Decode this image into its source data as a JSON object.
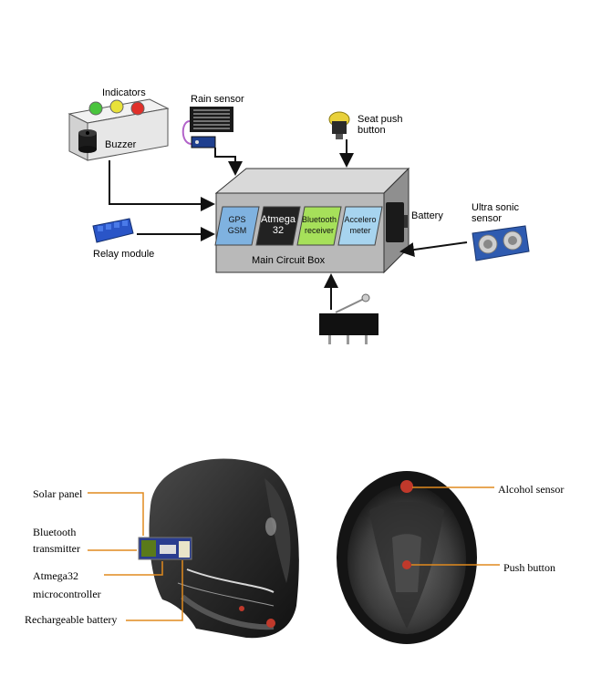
{
  "system": {
    "indicators_label": "Indicators",
    "buzzer_label": "Buzzer",
    "rain_sensor_label": "Rain sensor",
    "seat_push_button_label_1": "Seat push",
    "seat_push_button_label_2": "button",
    "battery_label": "Battery",
    "ultrasonic_label_1": "Ultra sonic",
    "ultrasonic_label_2": "sensor",
    "relay_label": "Relay module",
    "main_box_label": "Main Circuit Box",
    "modules": [
      {
        "line1": "GPS",
        "line2": "GSM",
        "color": "#7fb2e0"
      },
      {
        "line1": "Atmega",
        "line2": "32",
        "color": "#222222"
      },
      {
        "line1": "Bluetooth",
        "line2": "receiver",
        "color": "#a6e05a"
      },
      {
        "line1": "Accelero",
        "line2": "meter",
        "color": "#a7d4ef"
      }
    ],
    "indicator_colors": [
      "#49c43c",
      "#e8e23a",
      "#e0302a"
    ]
  },
  "helmet": {
    "solar_panel": "Solar panel",
    "bluetooth_1": "Bluetooth",
    "bluetooth_2": "transmitter",
    "atmega_1": "Atmega32",
    "atmega_2": "microcontroller",
    "battery": "Rechargeable battery",
    "alcohol_sensor": "Alcohol sensor",
    "push_button": "Push button"
  },
  "colors": {
    "arrow": "#111111",
    "callout": "#e08a1e",
    "box_front": "#b9b9b9",
    "box_top": "#d9d9d9",
    "box_side": "#8f8f8f"
  }
}
